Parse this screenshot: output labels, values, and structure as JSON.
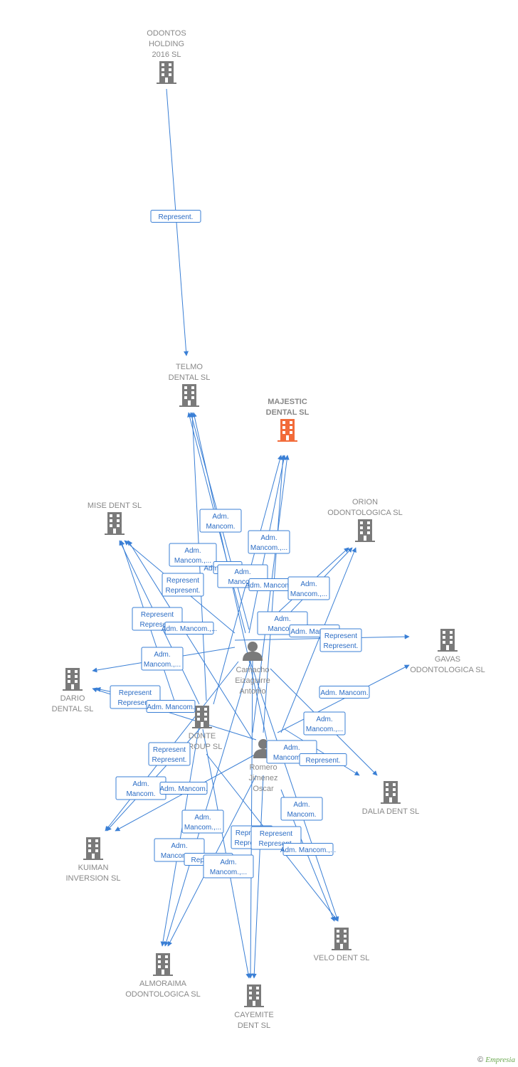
{
  "colors": {
    "edge": "#3a7fd5",
    "company": "#7a7a7a",
    "focus": "#f26b3a",
    "person": "#7a7a7a"
  },
  "nodes": [
    {
      "id": "odontos",
      "type": "company",
      "label": [
        "ODONTOS",
        "HOLDING",
        "2016  SL"
      ]
    },
    {
      "id": "telmo",
      "type": "company",
      "label": [
        "TELMO",
        "DENTAL SL"
      ]
    },
    {
      "id": "majestic",
      "type": "focus",
      "label": [
        "MAJESTIC",
        "DENTAL  SL"
      ]
    },
    {
      "id": "mise",
      "type": "company",
      "label": [
        "MISE DENT SL"
      ]
    },
    {
      "id": "orion",
      "type": "company",
      "label": [
        "ORION",
        "ODONTOLOGICA SL"
      ]
    },
    {
      "id": "gavas",
      "type": "company",
      "label": [
        "GAVAS",
        "ODONTOLOGICA SL"
      ]
    },
    {
      "id": "dario",
      "type": "company",
      "label": [
        "DARIO",
        "DENTAL SL"
      ]
    },
    {
      "id": "donte",
      "type": "company",
      "label": [
        "DONTE",
        "GROUP  SL"
      ]
    },
    {
      "id": "dalia",
      "type": "company",
      "label": [
        "DALIA DENT SL"
      ]
    },
    {
      "id": "kuiman",
      "type": "company",
      "label": [
        "KUIMAN",
        "INVERSION SL"
      ]
    },
    {
      "id": "velo",
      "type": "company",
      "label": [
        "VELO DENT SL"
      ]
    },
    {
      "id": "almoraima",
      "type": "company",
      "label": [
        "ALMORAIMA",
        "ODONTOLOGICA SL"
      ]
    },
    {
      "id": "cayemite",
      "type": "company",
      "label": [
        "CAYEMITE",
        "DENT SL"
      ]
    },
    {
      "id": "camacho",
      "type": "person",
      "label": [
        "Camacho",
        "Eizaguirre",
        "Antonio"
      ]
    },
    {
      "id": "romero",
      "type": "person",
      "label": [
        "Romero",
        "Jimenez",
        "Oscar"
      ]
    }
  ],
  "edge_labels": [
    "Represent.",
    "Adm. Mancom.",
    "Adm. Mancom.,...",
    "Adm. Mancom.",
    "Adm. Mancom.,...",
    "Adm. Mancom.",
    "Represent.",
    "Adm. Mancom.",
    "Adm. Mancom.,...",
    "Represent.",
    "Adm. Mancom.,...",
    "Adm. Mancom.",
    "Adm. Mancom.",
    "Represent.",
    "Adm. Mancom.,...",
    "Represent.",
    "Adm. Mancom.",
    "Adm. Mancom.",
    "Adm. Mancom.,...",
    "Represent.",
    "Adm. Mancom.,...",
    "Represent.",
    "Adm. Mancom.",
    "Adm. Mancom.",
    "Adm. Mancom.",
    "Adm. Mancom.,...",
    "Represent.",
    "Adm. Mancom.,...",
    "Represent.",
    "Adm. Mancom.,...",
    "Represent.",
    "Adm. Mancom.,..."
  ],
  "footer": {
    "copyright": "©",
    "brand": "Empresia"
  }
}
